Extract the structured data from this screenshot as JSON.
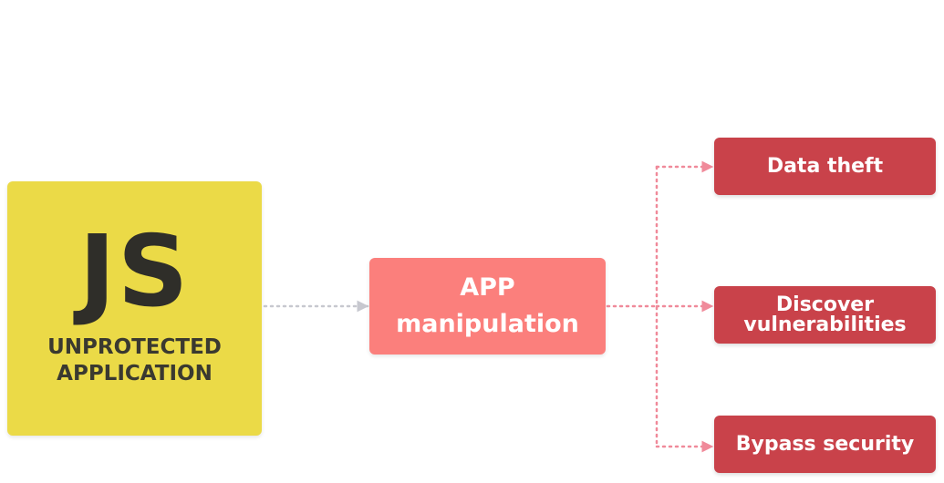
{
  "source": {
    "letters": "JS",
    "line1": "UNPROTECTED",
    "line2": "APPLICATION"
  },
  "process": {
    "line1": "APP",
    "line2": "manipulation"
  },
  "outcomes": [
    {
      "lines": [
        "Data theft"
      ]
    },
    {
      "lines": [
        "Discover",
        "vulnerabilities"
      ]
    },
    {
      "lines": [
        "Bypass security"
      ]
    }
  ],
  "colors": {
    "js_yellow": "#ebda47",
    "process_pink": "#fb7f7c",
    "outcome_red": "#c9424a",
    "connector_gray": "#c7c8cf",
    "connector_pink": "#f08a9a"
  }
}
